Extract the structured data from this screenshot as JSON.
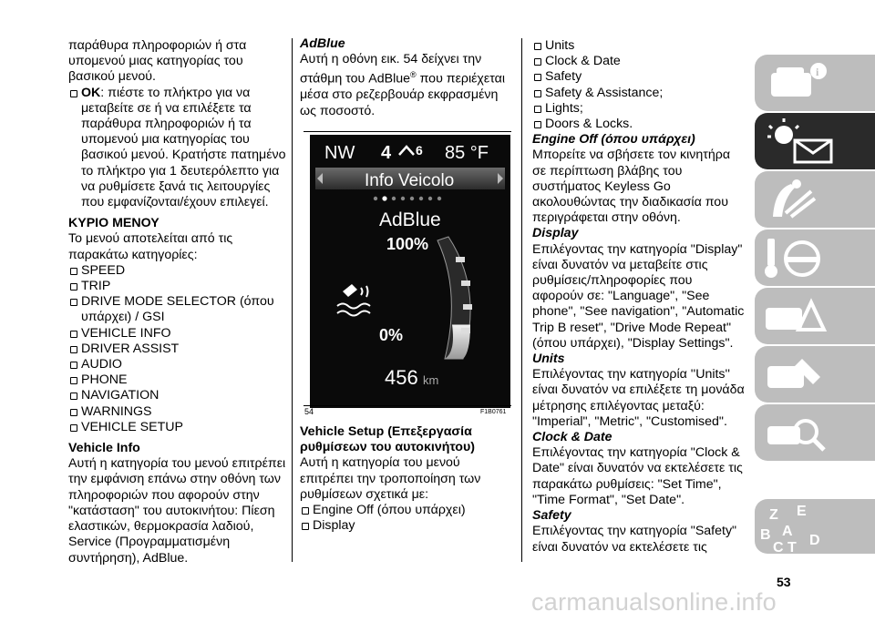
{
  "col1": {
    "intro": "παράθυρα πληροφοριών ή στα υπομενού μιας κατηγορίας του βασικού μενού.",
    "ok_key": "OK",
    "ok_text": ": πιέστε το πλήκτρο για να μεταβείτε σε ή να επιλέξετε τα παράθυρα πληροφοριών ή τα υπομενού μια κατηγορίας του βασικού μενού. Κρατήστε πατημένο το πλήκτρο για 1 δευτερόλεπτο για να ρυθμίσετε ξανά τις λειτουργίες που εμφανίζονται/έχουν επιλεγεί.",
    "main_menu_heading": "ΚΥΡΙΟ ΜΕΝΟΥ",
    "main_menu_intro": "Το μενού αποτελείται από τις παρακάτω κατηγορίες:",
    "items": [
      "SPEED",
      "TRIP",
      "DRIVE MODE SELECTOR (όπου υπάρχει) / GSI",
      "VEHICLE INFO",
      "DRIVER ASSIST",
      "AUDIO",
      "PHONE",
      "NAVIGATION",
      "WARNINGS",
      "VEHICLE SETUP"
    ],
    "vehicle_info_heading": "Vehicle Info",
    "vehicle_info_text": "Αυτή η κατηγορία του μενού επιτρέπει την εμφάνιση επάνω στην οθόνη των πληροφοριών που αφορούν στην \"κατάσταση\" του αυτοκινήτου: Πίεση ελαστικών, θερμοκρασία λαδιού, Service (Προγραμματισμένη συντήρηση), AdBlue."
  },
  "col2": {
    "adblue_heading": "AdBlue",
    "adblue_text_a": "Αυτή η οθόνη εικ. 54 δείχνει την στάθμη του AdBlue",
    "adblue_reg": "®",
    "adblue_text_b": " που περιέχεται μέσα στο ρεζερβουάρ εκφρασμένη ως ποσοστό.",
    "figure": {
      "nw": "NW",
      "gear": "4",
      "gear_sub": "6",
      "temp": "85 °F",
      "left_num": "4",
      "title": "Info Veicolo",
      "subtitle": "AdBlue",
      "pct_top": "100%",
      "pct_bottom": "0%",
      "range": "456",
      "range_unit": "km",
      "level_fraction": 0.28
    },
    "fig_number": "54",
    "fig_code": "F1B0761",
    "setup_heading": "Vehicle Setup (Επεξεργασία ρυθμίσεων του αυτοκινήτου)",
    "setup_text": "Αυτή η κατηγορία του μενού επιτρέπει την τροποποίηση των ρυθμίσεων σχετικά με:",
    "items": [
      "Engine Off (όπου υπάρχει)",
      "Display"
    ]
  },
  "col3": {
    "items": [
      "Units",
      "Clock & Date",
      "Safety",
      "Safety & Assistance;",
      "Lights;",
      "Doors & Locks."
    ],
    "engine_off_heading": "Engine Off (όπου υπάρχει)",
    "engine_off_text": "Μπορείτε να σβήσετε τον κινητήρα σε περίπτωση βλάβης του συστήματος Keyless Go ακολουθώντας την διαδικασία που περιγράφεται στην οθόνη.",
    "display_heading": "Display",
    "display_text": "Επιλέγοντας την κατηγορία \"Display\" είναι δυνατόν να μεταβείτε στις ρυθμίσεις/πληροφορίες που αφορούν σε: \"Language\", \"See phone\", \"See navigation\", \"Automatic Trip B reset\", \"Drive Mode Repeat\" (όπου υπάρχει), \"Display Settings\".",
    "units_heading": "Units",
    "units_text": "Επιλέγοντας την κατηγορία ''Units'' είναι δυνατόν να επιλέξετε τη μονάδα μέτρησης επιλέγοντας μεταξύ: \"Imperial\", \"Metric\", \"Customised\".",
    "clock_heading": "Clock & Date",
    "clock_text": "Επιλέγοντας την κατηγορία \"Clock & Date\" είναι δυνατόν να εκτελέσετε τις παρακάτω ρυθμίσεις: \"Set Time\", \"Time Format\", \"Set Date\".",
    "safety_heading": "Safety",
    "safety_text": "Επιλέγοντας την κατηγορία \"Safety\" είναι δυνατόν να εκτελέσετε τις"
  },
  "side_tabs": [
    {
      "icon": "car-info-icon",
      "active": false
    },
    {
      "icon": "warning-light-message-icon",
      "active": true
    },
    {
      "icon": "seat-airbag-icon",
      "active": false
    },
    {
      "icon": "key-steering-wheel-icon",
      "active": false
    },
    {
      "icon": "breakdown-warning-icon",
      "active": false
    },
    {
      "icon": "car-service-icon",
      "active": false
    },
    {
      "icon": "alphabetical-index-icon",
      "active": false
    }
  ],
  "page_number": "53",
  "watermark": "carmanualsonline.info"
}
